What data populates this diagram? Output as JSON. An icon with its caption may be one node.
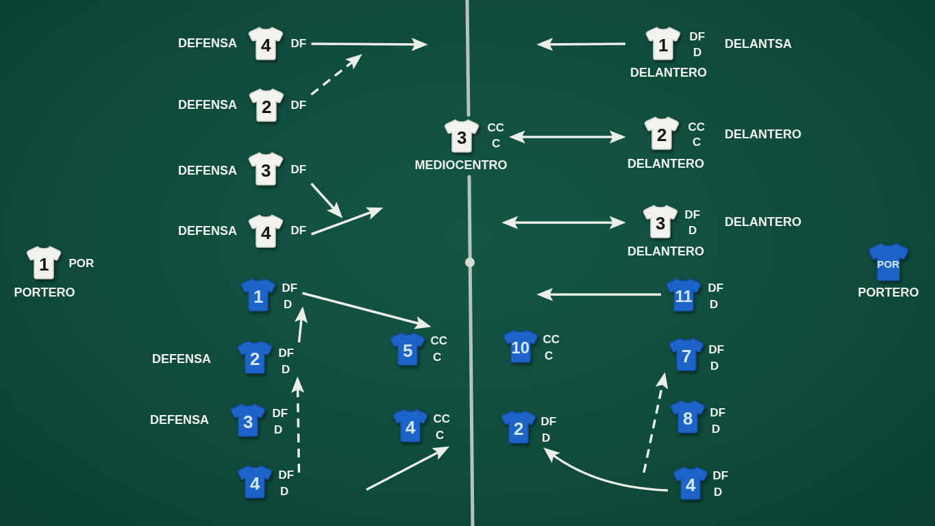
{
  "diagram": {
    "nodes": [
      {
        "text": [
          "4"
        ],
        "beside": [
          "DEFENSA",
          "DF"
        ]
      },
      {
        "text": [
          "1"
        ],
        "beside": [
          "DF",
          "D",
          "DELANTERO",
          "DELANTSA"
        ]
      },
      {
        "text": [
          "2"
        ],
        "beside": [
          "DEFENSA",
          "DF"
        ]
      },
      {
        "text": [
          "3"
        ],
        "beside": [
          "CC",
          "C",
          "MEDIOCENTRO"
        ]
      },
      {
        "text": [
          "2"
        ],
        "beside": [
          "CC",
          "C",
          "DELANTERO",
          "DELANTERO"
        ]
      },
      {
        "text": [
          "3"
        ],
        "beside": [
          "DEFENSA",
          "DF"
        ]
      },
      {
        "text": [
          "4"
        ],
        "beside": [
          "DEFENSA",
          "DF"
        ]
      },
      {
        "text": [
          "3"
        ],
        "beside": [
          "DF",
          "D",
          "DELANTERO",
          "DELANTERO"
        ]
      },
      {
        "text": [
          "1"
        ],
        "beside": [
          "POR",
          "PORTERO"
        ]
      },
      {
        "text": [
          "POR"
        ],
        "beside": [
          "PORTERO"
        ]
      },
      {
        "text": [
          "1"
        ],
        "beside": [
          "DF",
          "D"
        ]
      },
      {
        "text": [
          "11"
        ],
        "beside": [
          "DF",
          "D"
        ]
      },
      {
        "text": [
          "2"
        ],
        "beside": [
          "DEFENSA",
          "DF",
          "D"
        ]
      },
      {
        "text": [
          "5"
        ],
        "beside": [
          "CC",
          "C"
        ]
      },
      {
        "text": [
          "10"
        ],
        "beside": [
          "CC",
          "C"
        ]
      },
      {
        "text": [
          "7"
        ],
        "beside": [
          "DF",
          "D"
        ]
      },
      {
        "text": [
          "3"
        ],
        "beside": [
          "DEFENSA",
          "DF",
          "D"
        ]
      },
      {
        "text": [
          "4"
        ],
        "beside": [
          "CC",
          "C"
        ]
      },
      {
        "text": [
          "2"
        ],
        "beside": [
          "DF",
          "D"
        ]
      },
      {
        "text": [
          "8"
        ],
        "beside": [
          "DF",
          "D"
        ]
      },
      {
        "text": [
          "4"
        ],
        "beside": [
          "DF",
          "D"
        ]
      },
      {
        "text": [
          "4"
        ],
        "beside": [
          "DF",
          "D"
        ]
      }
    ],
    "edges": [
      {
        "from": 0,
        "to": null,
        "arrow": "to"
      },
      {
        "from": 1,
        "to": null,
        "arrow": "to"
      },
      {
        "from": 2,
        "to": null,
        "arrow": "to",
        "style": "dashed"
      },
      {
        "from": 3,
        "to": 4,
        "arrow": "both"
      },
      {
        "from": 5,
        "to": null,
        "arrow": "to"
      },
      {
        "from": 6,
        "to": null,
        "arrow": "to"
      },
      {
        "from": null,
        "to": 7,
        "arrow": "both"
      },
      {
        "from": 10,
        "to": 13,
        "arrow": "to"
      },
      {
        "from": 11,
        "to": null,
        "arrow": "to"
      },
      {
        "from": 12,
        "to": 10,
        "arrow": "to"
      },
      {
        "from": 20,
        "to": 12,
        "arrow": "to",
        "style": "dashed"
      },
      {
        "from": null,
        "to": 17,
        "arrow": "to"
      },
      {
        "from": 21,
        "to": 18,
        "arrow": "to"
      },
      {
        "from": null,
        "to": 15,
        "arrow": "to",
        "style": "dashed"
      }
    ]
  }
}
